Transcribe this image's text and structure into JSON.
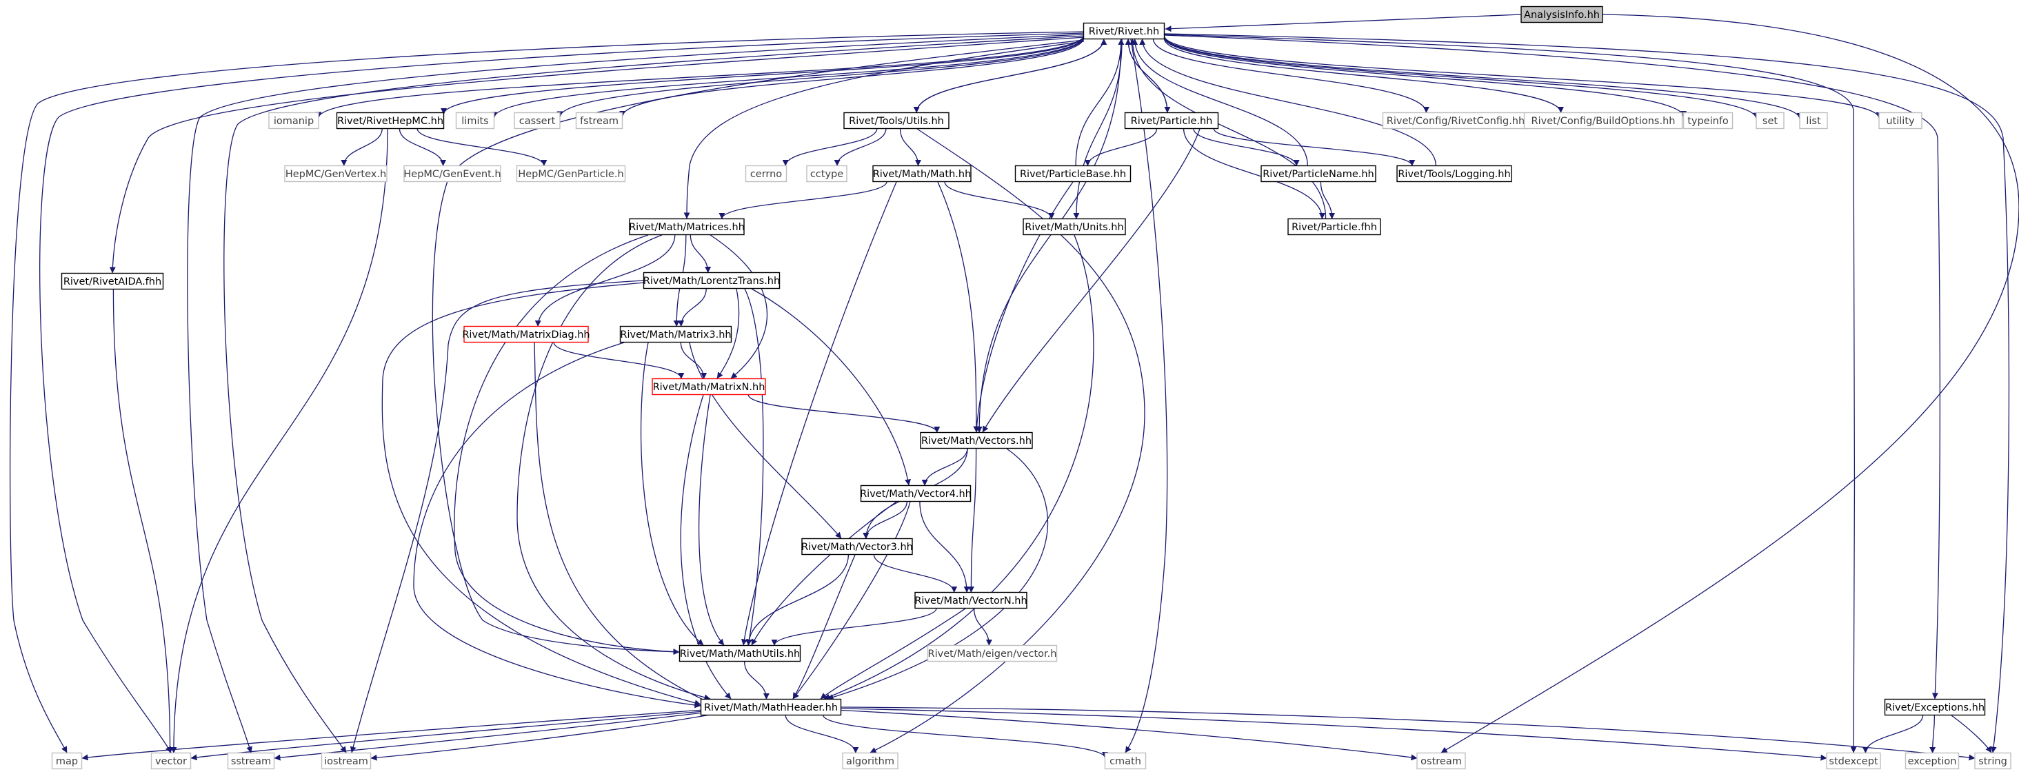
{
  "diagram": {
    "colors": {
      "edge": "#191970",
      "node_border": "#000000",
      "node_border_external": "#bfbfbf",
      "node_border_truncated": "#ff0000",
      "root_fill": "#bfbfbf",
      "text": "#000000",
      "text_external": "#404040"
    },
    "nodes": [
      {
        "id": "analysisinfo",
        "label": "AnalysisInfo.hh",
        "kind": "root"
      },
      {
        "id": "rivet",
        "label": "Rivet/Rivet.hh",
        "kind": "internal"
      },
      {
        "id": "iomanip",
        "label": "iomanip",
        "kind": "external"
      },
      {
        "id": "rivethepmc",
        "label": "Rivet/RivetHepMC.hh",
        "kind": "internal"
      },
      {
        "id": "limits",
        "label": "limits",
        "kind": "external"
      },
      {
        "id": "cassert",
        "label": "cassert",
        "kind": "external"
      },
      {
        "id": "fstream",
        "label": "fstream",
        "kind": "external"
      },
      {
        "id": "toolsutils",
        "label": "Rivet/Tools/Utils.hh",
        "kind": "internal"
      },
      {
        "id": "particle",
        "label": "Rivet/Particle.hh",
        "kind": "internal"
      },
      {
        "id": "rivetconfig",
        "label": "Rivet/Config/RivetConfig.hh",
        "kind": "external"
      },
      {
        "id": "buildoptions",
        "label": "Rivet/Config/BuildOptions.hh",
        "kind": "external"
      },
      {
        "id": "typeinfo",
        "label": "typeinfo",
        "kind": "external"
      },
      {
        "id": "set",
        "label": "set",
        "kind": "external"
      },
      {
        "id": "list",
        "label": "list",
        "kind": "external"
      },
      {
        "id": "utility",
        "label": "utility",
        "kind": "external"
      },
      {
        "id": "genvertex",
        "label": "HepMC/GenVertex.h",
        "kind": "external"
      },
      {
        "id": "genevent",
        "label": "HepMC/GenEvent.h",
        "kind": "external"
      },
      {
        "id": "genparticle",
        "label": "HepMC/GenParticle.h",
        "kind": "external"
      },
      {
        "id": "cerrno",
        "label": "cerrno",
        "kind": "external"
      },
      {
        "id": "cctype",
        "label": "cctype",
        "kind": "external"
      },
      {
        "id": "mathmath",
        "label": "Rivet/Math/Math.hh",
        "kind": "internal"
      },
      {
        "id": "particlebase",
        "label": "Rivet/ParticleBase.hh",
        "kind": "internal"
      },
      {
        "id": "particlename",
        "label": "Rivet/ParticleName.hh",
        "kind": "internal"
      },
      {
        "id": "logging",
        "label": "Rivet/Tools/Logging.hh",
        "kind": "internal"
      },
      {
        "id": "rivetaida",
        "label": "Rivet/RivetAIDA.fhh",
        "kind": "internal"
      },
      {
        "id": "matrices",
        "label": "Rivet/Math/Matrices.hh",
        "kind": "internal"
      },
      {
        "id": "units",
        "label": "Rivet/Math/Units.hh",
        "kind": "internal"
      },
      {
        "id": "particlefhh",
        "label": "Rivet/Particle.fhh",
        "kind": "internal"
      },
      {
        "id": "lorentz",
        "label": "Rivet/Math/LorentzTrans.hh",
        "kind": "internal"
      },
      {
        "id": "matrixdiag",
        "label": "Rivet/Math/MatrixDiag.hh",
        "kind": "truncated"
      },
      {
        "id": "matrix3",
        "label": "Rivet/Math/Matrix3.hh",
        "kind": "internal"
      },
      {
        "id": "matrixn",
        "label": "Rivet/Math/MatrixN.hh",
        "kind": "truncated"
      },
      {
        "id": "vectors",
        "label": "Rivet/Math/Vectors.hh",
        "kind": "internal"
      },
      {
        "id": "vector4",
        "label": "Rivet/Math/Vector4.hh",
        "kind": "internal"
      },
      {
        "id": "vector3",
        "label": "Rivet/Math/Vector3.hh",
        "kind": "internal"
      },
      {
        "id": "vectorn",
        "label": "Rivet/Math/VectorN.hh",
        "kind": "internal"
      },
      {
        "id": "eigenvector",
        "label": "Rivet/Math/eigen/vector.h",
        "kind": "external"
      },
      {
        "id": "mathutils",
        "label": "Rivet/Math/MathUtils.hh",
        "kind": "internal"
      },
      {
        "id": "mathheader",
        "label": "Rivet/Math/MathHeader.hh",
        "kind": "internal"
      },
      {
        "id": "exceptions",
        "label": "Rivet/Exceptions.hh",
        "kind": "internal"
      },
      {
        "id": "map",
        "label": "map",
        "kind": "external"
      },
      {
        "id": "vector",
        "label": "vector",
        "kind": "external"
      },
      {
        "id": "sstream",
        "label": "sstream",
        "kind": "external"
      },
      {
        "id": "iostream",
        "label": "iostream",
        "kind": "external"
      },
      {
        "id": "algorithm",
        "label": "algorithm",
        "kind": "external"
      },
      {
        "id": "cmath",
        "label": "cmath",
        "kind": "external"
      },
      {
        "id": "ostream",
        "label": "ostream",
        "kind": "external"
      },
      {
        "id": "stdexcept",
        "label": "stdexcept",
        "kind": "external"
      },
      {
        "id": "exception",
        "label": "exception",
        "kind": "external"
      },
      {
        "id": "string",
        "label": "string",
        "kind": "external"
      }
    ],
    "edges": [
      [
        "analysisinfo",
        "rivet"
      ],
      [
        "analysisinfo",
        "ostream"
      ],
      [
        "rivet",
        "map"
      ],
      [
        "rivet",
        "vector"
      ],
      [
        "rivet",
        "sstream"
      ],
      [
        "rivet",
        "iostream"
      ],
      [
        "rivet",
        "rivetaida"
      ],
      [
        "rivet",
        "iomanip"
      ],
      [
        "rivet",
        "rivethepmc"
      ],
      [
        "rivet",
        "limits"
      ],
      [
        "rivet",
        "cassert"
      ],
      [
        "rivet",
        "fstream"
      ],
      [
        "rivet",
        "mathutils"
      ],
      [
        "rivet",
        "matrices"
      ],
      [
        "rivet",
        "toolsutils"
      ],
      [
        "rivet",
        "vectors"
      ],
      [
        "rivet",
        "units"
      ],
      [
        "rivet",
        "particle"
      ],
      [
        "rivet",
        "cmath"
      ],
      [
        "rivet",
        "rivetconfig"
      ],
      [
        "rivet",
        "buildoptions"
      ],
      [
        "rivet",
        "typeinfo"
      ],
      [
        "rivet",
        "set"
      ],
      [
        "rivet",
        "list"
      ],
      [
        "rivet",
        "stdexcept"
      ],
      [
        "rivet",
        "utility"
      ],
      [
        "rivet",
        "exceptions"
      ],
      [
        "rivet",
        "string"
      ],
      [
        "rivethepmc",
        "genvertex"
      ],
      [
        "rivethepmc",
        "genevent"
      ],
      [
        "rivethepmc",
        "genparticle"
      ],
      [
        "rivethepmc",
        "vector"
      ],
      [
        "toolsutils",
        "rivet"
      ],
      [
        "toolsutils",
        "cerrno"
      ],
      [
        "toolsutils",
        "cctype"
      ],
      [
        "toolsutils",
        "mathmath"
      ],
      [
        "toolsutils",
        "algorithm"
      ],
      [
        "mathmath",
        "matrices"
      ],
      [
        "mathmath",
        "mathutils"
      ],
      [
        "mathmath",
        "vectors"
      ],
      [
        "mathmath",
        "units"
      ],
      [
        "particle",
        "rivet"
      ],
      [
        "particle",
        "particlebase"
      ],
      [
        "particle",
        "particlename"
      ],
      [
        "particle",
        "particlefhh"
      ],
      [
        "particle",
        "logging"
      ],
      [
        "particle",
        "vectors"
      ],
      [
        "particlebase",
        "rivet"
      ],
      [
        "particlebase",
        "vectors"
      ],
      [
        "particlename",
        "rivet"
      ],
      [
        "particlename",
        "particlefhh"
      ],
      [
        "logging",
        "rivet"
      ],
      [
        "particlefhh",
        "rivet"
      ],
      [
        "rivetaida",
        "vector"
      ],
      [
        "matrices",
        "mathutils"
      ],
      [
        "matrices",
        "mathheader"
      ],
      [
        "matrices",
        "lorentz"
      ],
      [
        "matrices",
        "matrixdiag"
      ],
      [
        "matrices",
        "matrix3"
      ],
      [
        "matrices",
        "matrixn"
      ],
      [
        "units",
        "mathheader"
      ],
      [
        "lorentz",
        "iostream"
      ],
      [
        "lorentz",
        "mathheader"
      ],
      [
        "lorentz",
        "matrix3"
      ],
      [
        "lorentz",
        "matrixn"
      ],
      [
        "lorentz",
        "mathutils"
      ],
      [
        "lorentz",
        "vector4"
      ],
      [
        "matrixdiag",
        "matrixn"
      ],
      [
        "matrixdiag",
        "mathheader"
      ],
      [
        "matrix3",
        "matrixn"
      ],
      [
        "matrix3",
        "mathheader"
      ],
      [
        "matrix3",
        "mathutils"
      ],
      [
        "matrix3",
        "vector3"
      ],
      [
        "matrixn",
        "vectors"
      ],
      [
        "matrixn",
        "mathutils"
      ],
      [
        "matrixn",
        "mathheader"
      ],
      [
        "vectors",
        "vector4"
      ],
      [
        "vectors",
        "vector3"
      ],
      [
        "vectors",
        "vectorn"
      ],
      [
        "vectors",
        "mathheader"
      ],
      [
        "vector4",
        "vector3"
      ],
      [
        "vector4",
        "vectorn"
      ],
      [
        "vector4",
        "mathutils"
      ],
      [
        "vector4",
        "mathheader"
      ],
      [
        "vector3",
        "vectorn"
      ],
      [
        "vector3",
        "mathutils"
      ],
      [
        "vector3",
        "mathheader"
      ],
      [
        "vectorn",
        "eigenvector"
      ],
      [
        "vectorn",
        "mathutils"
      ],
      [
        "vectorn",
        "mathheader"
      ],
      [
        "mathutils",
        "mathheader"
      ],
      [
        "mathheader",
        "map"
      ],
      [
        "mathheader",
        "vector"
      ],
      [
        "mathheader",
        "sstream"
      ],
      [
        "mathheader",
        "iostream"
      ],
      [
        "mathheader",
        "algorithm"
      ],
      [
        "mathheader",
        "cmath"
      ],
      [
        "mathheader",
        "ostream"
      ],
      [
        "mathheader",
        "stdexcept"
      ],
      [
        "mathheader",
        "string"
      ],
      [
        "exceptions",
        "stdexcept"
      ],
      [
        "exceptions",
        "exception"
      ],
      [
        "exceptions",
        "string"
      ]
    ]
  }
}
